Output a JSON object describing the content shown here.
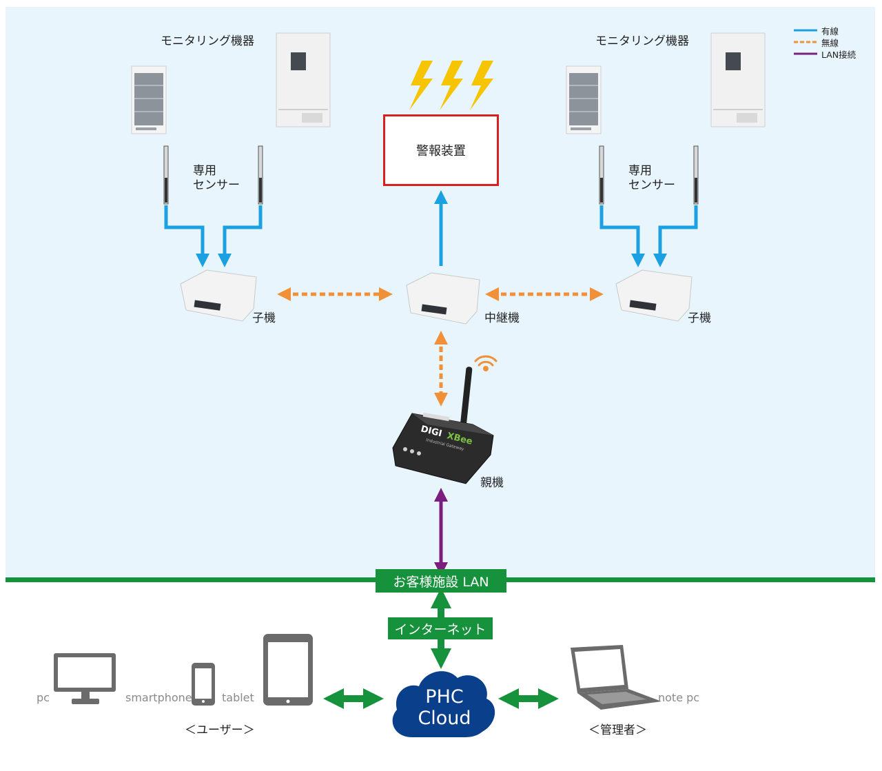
{
  "legend": {
    "wired": "有線",
    "wireless": "無線",
    "lan": "LAN接続"
  },
  "colors": {
    "wired": "#1ba1e2",
    "wireless": "#f0913a",
    "lan": "#7b1f7e",
    "network_green": "#16913c",
    "alarm_border": "#d7201f",
    "cloud": "#0a3f8c",
    "upper_bg": "#e8f5fc"
  },
  "left_group": {
    "equipment_label": "モニタリング機器",
    "sensor_label_line1": "専用",
    "sensor_label_line2": "センサー",
    "child_label": "子機"
  },
  "right_group": {
    "equipment_label": "モニタリング機器",
    "sensor_label_line1": "専用",
    "sensor_label_line2": "センサー",
    "child_label": "子機"
  },
  "alarm": {
    "label": "警報装置"
  },
  "repeater": {
    "label": "中継機"
  },
  "gateway": {
    "label": "親機",
    "brand": "DIGI",
    "product": "XBee",
    "subtitle": "Industrial Gateway"
  },
  "network": {
    "lan_label": "お客様施設 LAN",
    "internet_label": "インターネット"
  },
  "cloud": {
    "line1": "PHC",
    "line2": "Cloud"
  },
  "users": {
    "pc": "pc",
    "smartphone": "smartphone",
    "tablet": "tablet",
    "group_label": "＜ユーザー＞"
  },
  "admin": {
    "note_pc": "note pc",
    "group_label": "＜管理者＞"
  }
}
